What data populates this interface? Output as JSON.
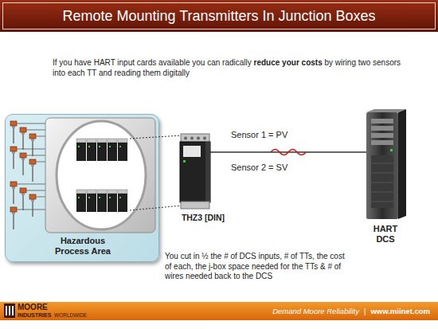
{
  "diagram": {
    "title": "Remote Mounting Transmitters In Junction Boxes",
    "nodes": [
      {
        "text": [
          "Hazardous Process Area"
        ]
      },
      {
        "text": [
          "THZ3 [DIN]"
        ]
      },
      {
        "text": [
          "HART DCS"
        ]
      }
    ],
    "edges": [
      {
        "from": 1,
        "to": 2,
        "arrow": "none"
      }
    ],
    "labels": [
      "If you have HART input cards available you can radically",
      "reduce your costs",
      "by wiring two sensors into each TT and reading them digitally",
      "Sensor 1 = PV",
      "Sensor 2 = SV",
      "You cut in ½ the # of DCS inputs, # of TTs, the cost of each, the j-box space needed for the TTs & # of wires needed back to the DCS",
      "MOORE",
      "INDUSTRIES",
      "WORLDWIDE",
      "Demand Moore Reliability",
      "|",
      "www.miinet.com"
    ]
  }
}
